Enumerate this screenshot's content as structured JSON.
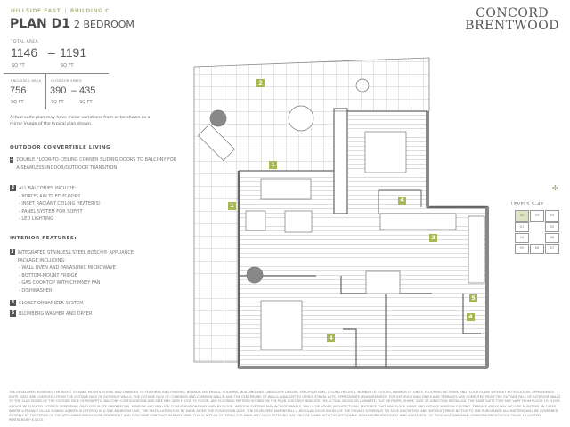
{
  "header": {
    "project": "HILLSIDE EAST",
    "building": "BUILDING C",
    "plan": "PLAN D1",
    "bedrooms": "2 BEDROOM"
  },
  "areas": {
    "total_label": "TOTAL AREA",
    "total_min": "1146",
    "total_dash": "–",
    "total_max": "1191",
    "unit": "SQ FT",
    "enclosed_label": "ENCLOSED AREA",
    "enclosed": "756",
    "outdoor_label": "OUTDOOR SPACE",
    "outdoor_min": "390",
    "outdoor_dash": "–",
    "outdoor_max": "435"
  },
  "note": "Actual suite plan may have minor variations from or be shown as a mirror image of the typical plan shown.",
  "outdoor": {
    "heading": "OUTDOOR CONVERTIBLE LIVING",
    "items": [
      {
        "num": "1",
        "text": "DOUBLE FLOOR-TO-CEILING CORNER SLIDING DOORS TO BALCONY FOR A SEAMLESS INDOOR/OUTDOOR TRANSITION"
      },
      {
        "num": "2",
        "text": "ALL BALCONIES INCLUDE:",
        "subs": [
          "- PORCELAIN TILED FLOORS",
          "- INSET RADIANT CEILING HEATER(S)",
          "- PANEL SYSTEM FOR SOFFIT",
          "- LED LIGHTING"
        ]
      }
    ]
  },
  "interior": {
    "heading": "INTERIOR FEATURES:",
    "items": [
      {
        "num": "3",
        "text": "INTEGRATED STAINLESS STEEL BOSCH® APPLIANCE PACKAGE INCLUDING:",
        "subs": [
          "- WALL OVEN AND PANASONIC MICROWAVE",
          "- BOTTOM-MOUNT FRIDGE",
          "- GAS COOK-TOP WITH CHIMNEY FAN",
          "- DISHWASHER"
        ]
      },
      {
        "num": "4",
        "text": "CLOSET ORGANIZER SYSTEM"
      },
      {
        "num": "5",
        "text": "BLOMBERG WASHER AND DRYER"
      }
    ]
  },
  "logo": {
    "line1": "CONCORD",
    "line2": "BRENTWOOD"
  },
  "plan_tags": [
    "2",
    "1",
    "1",
    "4",
    "3",
    "5",
    "4",
    "4"
  ],
  "keyplan": {
    "title": "LEVELS 5–43",
    "units": [
      "02",
      "03",
      "04",
      "01",
      "05",
      "10",
      "06",
      "09",
      "08",
      "07"
    ],
    "highlight": "02"
  },
  "colors": {
    "accent": "#a9b654",
    "text": "#555555",
    "wall": "#666666"
  },
  "legal": "The developer reserves the right to make modifications and changes to features and finishes, brands, materials, columns, building and landscape design, specifications, ceiling heights, number of floors, number of units, flooring patterns and floor plans without notification. Approximate suite sizes are computed from the outside face of exterior walls, the outside face of corridor and common walls, and the centerline of walls adjacent to other strata lots. Approximate measurements for exterior balconies and terraces are computed from the outside face of exterior walls to the slab edges of the outside face of parapets. Balcony configuration and size may vary floor to floor. Any flooring pattern shown on the plan does not indicate the actual wood or laminate, tile or paver, shape, size or direction installed. The same suite type may vary from floor to floor and/or be slightly altered depending on floor plate orientation. Window and mullion configurations may vary by floor. Window systems may include panels, walls or other architectural features that may block views and reduce window glazing. Terrace areas may include planters. In cases where a privacy glass sliding screen is offered in a one-bedroom unit, the installation may be made after the possession date. The developer may install a regular door in lieu of the privacy screen at its sole discretion and without prior notice to the purchaser. All matters will be governed entirely by the terms of the applicable disclosure statement and purchase contract in each case. This is not an offering for sale. Any such offering may only be made with the applicable disclosure statement and agreement of purchase and sale. Concord Brentwood Phase 1B Limited Partnership E.&O.E."
}
